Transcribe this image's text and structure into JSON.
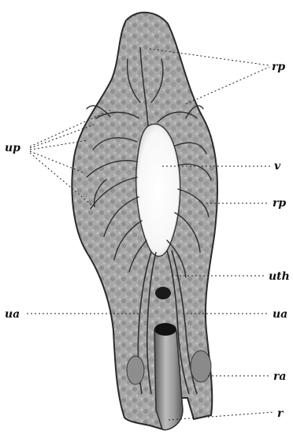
{
  "labels": {
    "rp_top": "rp",
    "up": "up",
    "v": "v",
    "rp_mid": "rp",
    "uth": "uth",
    "ua_left": "ua",
    "ua_right": "ua",
    "ra": "ra",
    "r": "r"
  },
  "colors": {
    "outline": "#2a2a2a",
    "tissue": "#a8a8a8",
    "tissue_dark": "#7a7a7a",
    "cavity": "#ffffff",
    "canal_fill": "#f4f4f4",
    "rectum": "#6e6e6e"
  }
}
